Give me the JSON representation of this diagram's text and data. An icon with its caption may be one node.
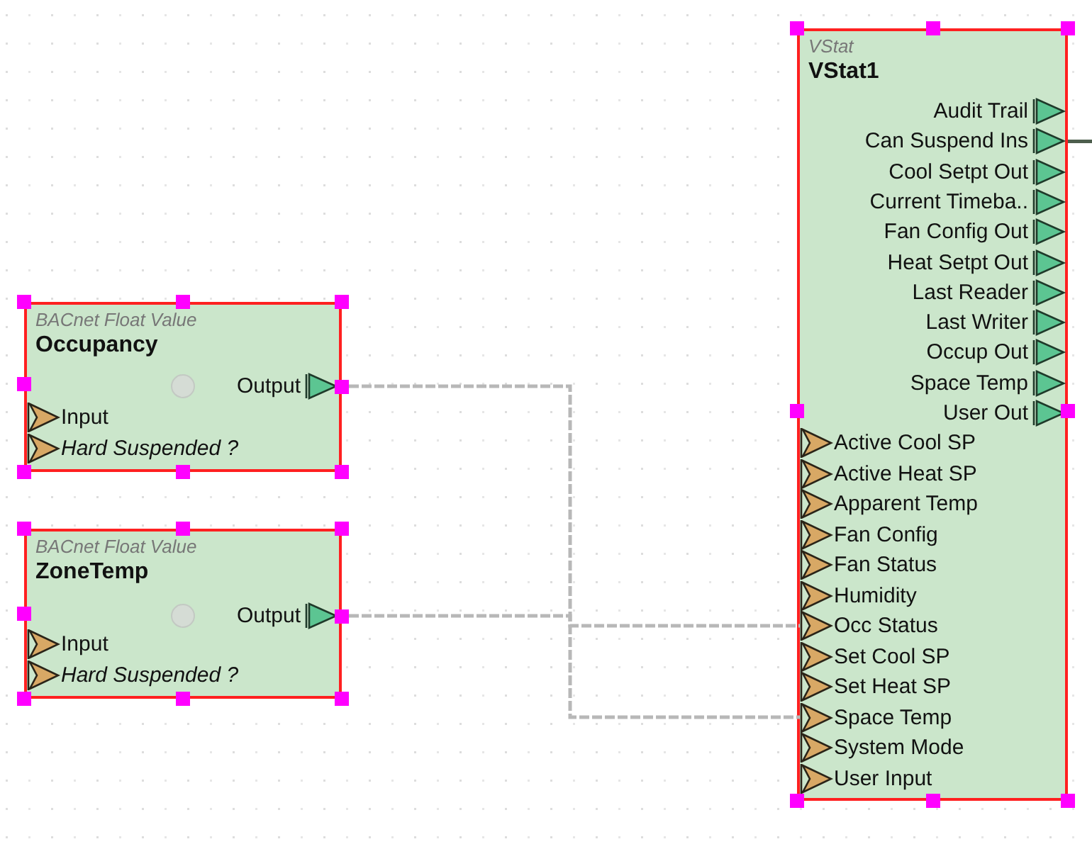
{
  "diagram": {
    "nodes": [
      {
        "text": [
          "BACnet Float Value",
          "Occupancy"
        ]
      },
      {
        "text": [
          "Output"
        ],
        "in": 0
      },
      {
        "text": [
          "Input"
        ],
        "in": 0
      },
      {
        "text": [
          "Hard Suspended ?"
        ],
        "in": 0
      },
      {
        "text": [
          "BACnet Float Value",
          "ZoneTemp"
        ]
      },
      {
        "text": [
          "Output"
        ],
        "in": 4
      },
      {
        "text": [
          "Input"
        ],
        "in": 4
      },
      {
        "text": [
          "Hard Suspended ?"
        ],
        "in": 4
      },
      {
        "text": [
          "VStat",
          "VStat1"
        ]
      },
      {
        "text": [
          "Audit Trail"
        ],
        "in": 8
      },
      {
        "text": [
          "Can Suspend Ins"
        ],
        "in": 8
      },
      {
        "text": [
          "Cool Setpt Out"
        ],
        "in": 8
      },
      {
        "text": [
          "Current Timeba.."
        ],
        "in": 8
      },
      {
        "text": [
          "Fan Config Out"
        ],
        "in": 8
      },
      {
        "text": [
          "Heat Setpt Out"
        ],
        "in": 8
      },
      {
        "text": [
          "Last Reader"
        ],
        "in": 8
      },
      {
        "text": [
          "Last Writer"
        ],
        "in": 8
      },
      {
        "text": [
          "Occup Out"
        ],
        "in": 8
      },
      {
        "text": [
          "Space Temp"
        ],
        "in": 8
      },
      {
        "text": [
          "User Out"
        ],
        "in": 8
      },
      {
        "text": [
          "Active Cool SP"
        ],
        "in": 8
      },
      {
        "text": [
          "Active Heat SP"
        ],
        "in": 8
      },
      {
        "text": [
          "Apparent Temp"
        ],
        "in": 8
      },
      {
        "text": [
          "Fan Config"
        ],
        "in": 8
      },
      {
        "text": [
          "Fan Status"
        ],
        "in": 8
      },
      {
        "text": [
          "Humidity"
        ],
        "in": 8
      },
      {
        "text": [
          "Occ Status"
        ],
        "in": 8
      },
      {
        "text": [
          "Set Cool SP"
        ],
        "in": 8
      },
      {
        "text": [
          "Set Heat SP"
        ],
        "in": 8
      },
      {
        "text": [
          "Space Temp"
        ],
        "in": 8
      },
      {
        "text": [
          "System Mode"
        ],
        "in": 8
      },
      {
        "text": [
          "User Input"
        ],
        "in": 8
      }
    ],
    "edges": [
      {
        "from": 1,
        "to": 26,
        "arrow": "none",
        "style": "dashed"
      },
      {
        "from": 5,
        "to": 29,
        "arrow": "none",
        "style": "dashed"
      },
      {
        "from": 10,
        "to": null,
        "arrow": "none",
        "color": "#4d5e4d"
      }
    ]
  }
}
